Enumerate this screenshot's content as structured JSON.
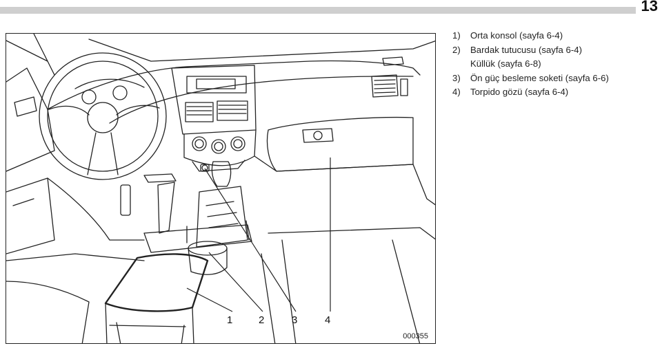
{
  "page": {
    "number": "13"
  },
  "figure": {
    "code": "000355",
    "callouts": [
      "1",
      "2",
      "3",
      "4"
    ]
  },
  "legend": [
    {
      "num": "1)",
      "text": "Orta konsol (sayfa 6-4)"
    },
    {
      "num": "2)",
      "text": "Bardak tutucusu (sayfa 6-4)",
      "sub": "Küllük (sayfa 6-8)"
    },
    {
      "num": "3)",
      "text": "Ön güç besleme soketi (sayfa 6-6)"
    },
    {
      "num": "4)",
      "text": "Torpido gözü (sayfa 6-4)"
    }
  ]
}
